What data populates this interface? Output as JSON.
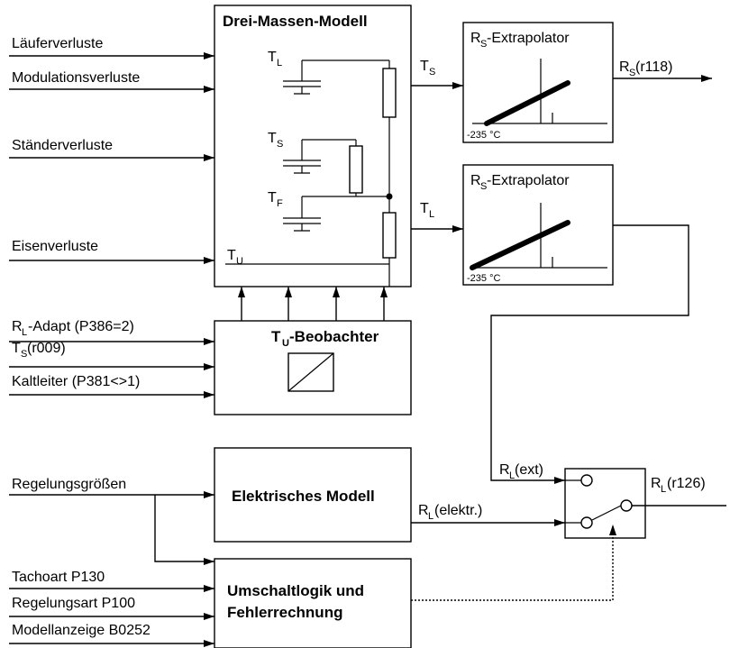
{
  "inputs_top": {
    "laeuferverluste": "Läuferverluste",
    "modulationsverluste": "Modulationsverluste",
    "staenderverluste": "Ständerverluste",
    "eisenverluste": "Eisenverluste"
  },
  "three_mass_model": {
    "title": "Drei-Massen-Modell",
    "t_l": {
      "main": "T",
      "sub": "L"
    },
    "t_s": {
      "main": "T",
      "sub": "S"
    },
    "t_f": {
      "main": "T",
      "sub": "F"
    },
    "t_u": {
      "main": "T",
      "sub": "U"
    }
  },
  "outputs_mid": {
    "t_s": {
      "main": "T",
      "sub": "S"
    },
    "t_l": {
      "main": "T",
      "sub": "L"
    }
  },
  "extrapolator_1": {
    "title": {
      "main": "R",
      "sub": "S",
      "rest": "-Extrapolator"
    },
    "axis_label": "-235 °C"
  },
  "extrapolator_2": {
    "title": {
      "main": "R",
      "sub": "S",
      "rest": "-Extrapolator"
    },
    "axis_label": "-235 °C"
  },
  "rs_output": {
    "main": "R",
    "sub": "S",
    "rest": " (r118)"
  },
  "observer": {
    "title": {
      "main": "T",
      "sub": "U",
      "rest": "-Beobachter"
    },
    "inputs": {
      "rl_adapt": {
        "main": "R",
        "sub": "L",
        "rest": "-Adapt (P386=2)"
      },
      "ts_r009": {
        "main": "T",
        "sub": "S",
        "rest": " (r009)"
      },
      "kaltleiter": "Kaltleiter (P381<>1)"
    }
  },
  "electrical_model": {
    "title": "Elektrisches Modell",
    "input": "Regelungsgrößen",
    "output": {
      "main": "R",
      "sub": "L",
      "rest": "(elektr.)"
    }
  },
  "switch": {
    "rl_ext": {
      "main": "R",
      "sub": "L",
      "rest": " (ext)"
    },
    "rl_out": {
      "main": "R",
      "sub": "L",
      "rest": " (r126)"
    }
  },
  "switch_logic": {
    "title_line1": "Umschaltlogik und",
    "title_line2": "Fehlerrechnung",
    "inputs": {
      "tachoart": "Tachoart P130",
      "regelungsart": "Regelungsart P100",
      "modellanzeige": "Modellanzeige B0252"
    }
  }
}
